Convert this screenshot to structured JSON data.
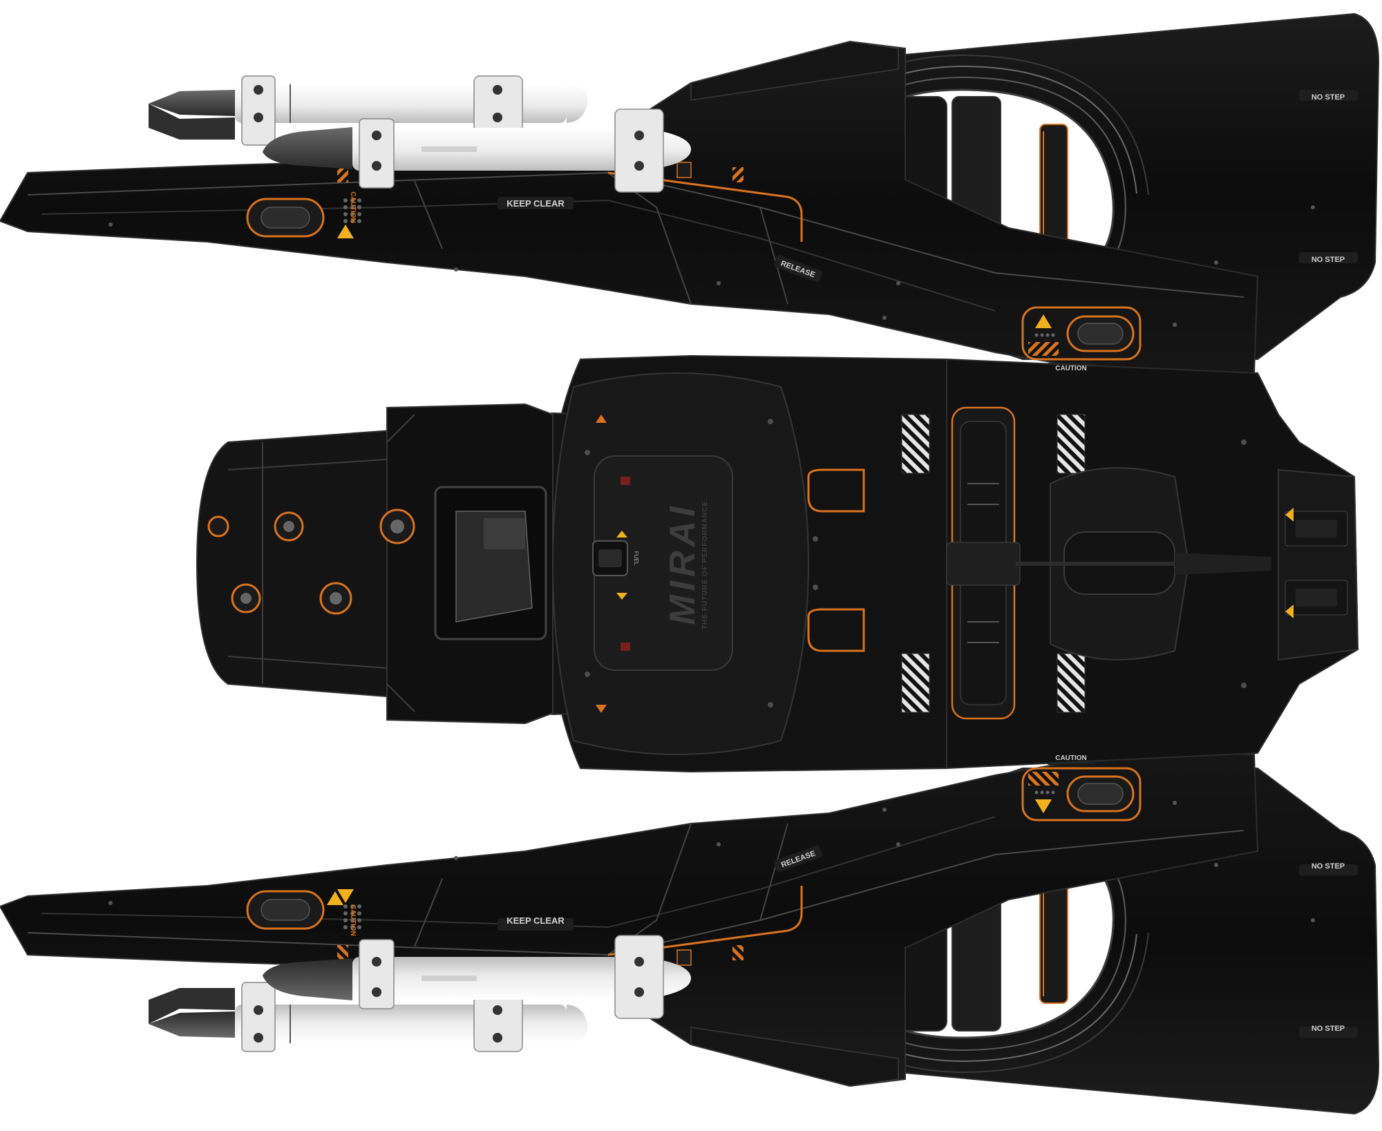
{
  "brand": {
    "logo": "MIRAI",
    "tagline": "THE FUTURE OF PERFORMANCE."
  },
  "decals": {
    "no_step": "NO STEP",
    "keep_clear": "KEEP CLEAR",
    "caution": "CAUTION",
    "release": "RELEASE",
    "fuel": "FUEL"
  },
  "colors": {
    "background": "#ffffff",
    "hull": "#0d0d0d",
    "panel": "#1a1a1a",
    "panel_line": "#4a4a4a",
    "accent": "#d9731f",
    "warning": "#f2b01e",
    "missile_body": "#f1f1f1",
    "missile_tip": "#3a3a3a"
  },
  "icons": [
    "warning-triangle-icon",
    "hazard-stripes-icon",
    "vent-icon",
    "thruster-icon",
    "missile-icon"
  ]
}
